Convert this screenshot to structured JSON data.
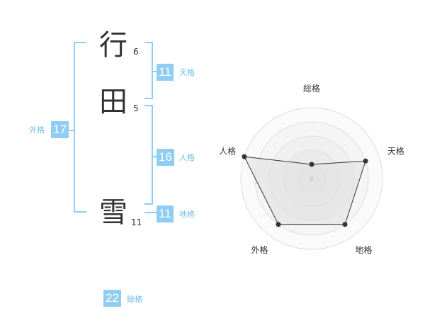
{
  "name": {
    "chars": [
      {
        "char": "行",
        "strokes": "6"
      },
      {
        "char": "田",
        "strokes": "5"
      },
      {
        "char": "雪",
        "strokes": "11"
      }
    ]
  },
  "kakaku": {
    "tenkaku": {
      "label": "天格",
      "value": "11"
    },
    "jinkaku": {
      "label": "人格",
      "value": "16"
    },
    "chikaku": {
      "label": "地格",
      "value": "11"
    },
    "gaikaku": {
      "label": "外格",
      "value": "17"
    },
    "soukaku": {
      "label": "総格",
      "value": "22"
    }
  },
  "colors": {
    "accent": "#8fcdf2",
    "accent_text": "#6fbde8",
    "kanji": "#333333"
  },
  "chart_data": {
    "type": "radar",
    "axes": [
      "総格",
      "天格",
      "地格",
      "外格",
      "人格"
    ],
    "series": [
      {
        "values": [
          1,
          4,
          4,
          4,
          5
        ]
      }
    ],
    "range": [
      0,
      5
    ],
    "rings": 5
  }
}
